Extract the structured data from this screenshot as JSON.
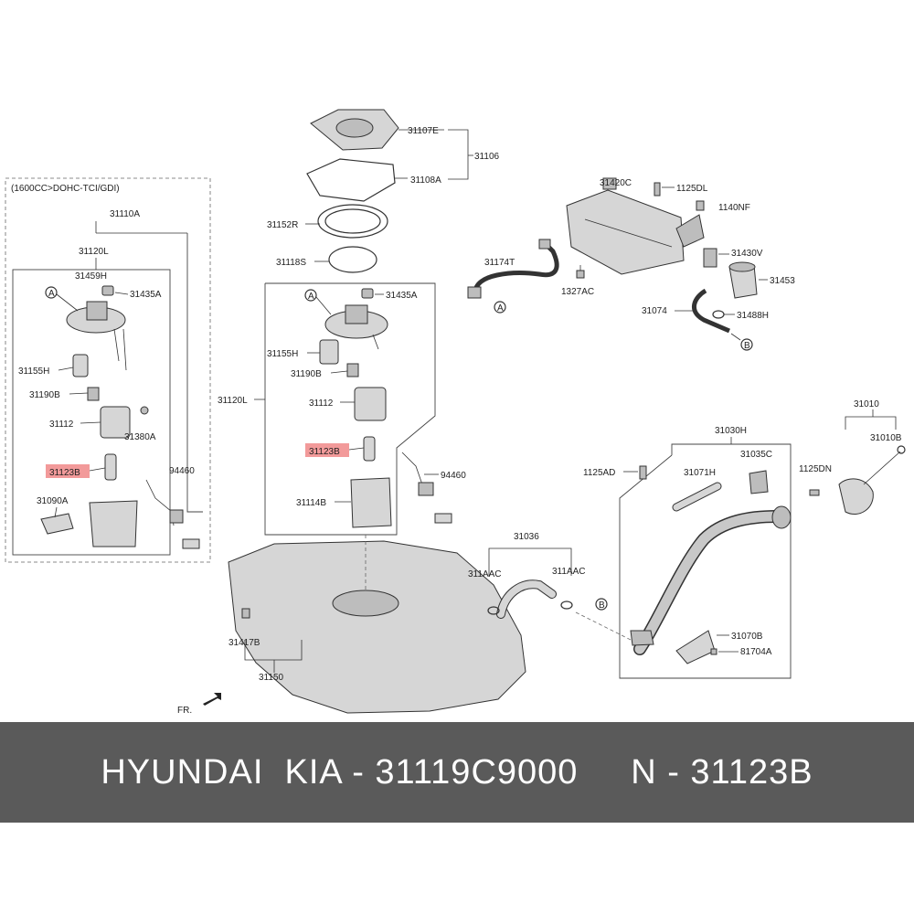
{
  "diagram": {
    "variant_label": "(1600CC>DOHC-TCI/GDI)",
    "labels": {
      "p31107E": "31107E",
      "p31106": "31106",
      "p31108A": "31108A",
      "p31152R": "31152R",
      "p31118S": "31118S",
      "p31110A": "31110A",
      "p31120L_left": "31120L",
      "p31459H": "31459H",
      "p31435A_left": "31435A",
      "p31155H_left": "31155H",
      "p31190B_left": "31190B",
      "p31112_left": "31112",
      "p31380A": "31380A",
      "p31123B_left": "31123B",
      "p31090A": "31090A",
      "p94460_left": "94460",
      "p31435A_mid": "31435A",
      "p31155H_mid": "31155H",
      "p31190B_mid": "31190B",
      "p31120L_mid": "31120L",
      "p31112_mid": "31112",
      "p31123B_mid": "31123B",
      "p31114B": "31114B",
      "p94460_mid": "94460",
      "p31417B": "31417B",
      "p31150": "31150",
      "p31036": "31036",
      "p311AAC_a": "311AAC",
      "p311AAC_b": "311AAC",
      "p31420C": "31420C",
      "p1125DL": "1125DL",
      "p1140NF": "1140NF",
      "p31174T": "31174T",
      "p31430V": "31430V",
      "p31453": "31453",
      "p1327AC": "1327AC",
      "p31074": "31074",
      "p31488H": "31488H",
      "p31030H": "31030H",
      "p31035C": "31035C",
      "p1125AD": "1125AD",
      "p31071H": "31071H",
      "p1125DN": "1125DN",
      "p31010": "31010",
      "p31010B": "31010B",
      "p31070B": "31070B",
      "p81704A": "81704A",
      "callout_a": "A",
      "callout_b": "B",
      "fr": "FR."
    }
  },
  "banner": {
    "text": "HYUNDAI  KIA - 31119C9000     N - 31123B"
  },
  "colors": {
    "banner_bg": "#5a5a5a",
    "highlight": "#f29a9a"
  }
}
